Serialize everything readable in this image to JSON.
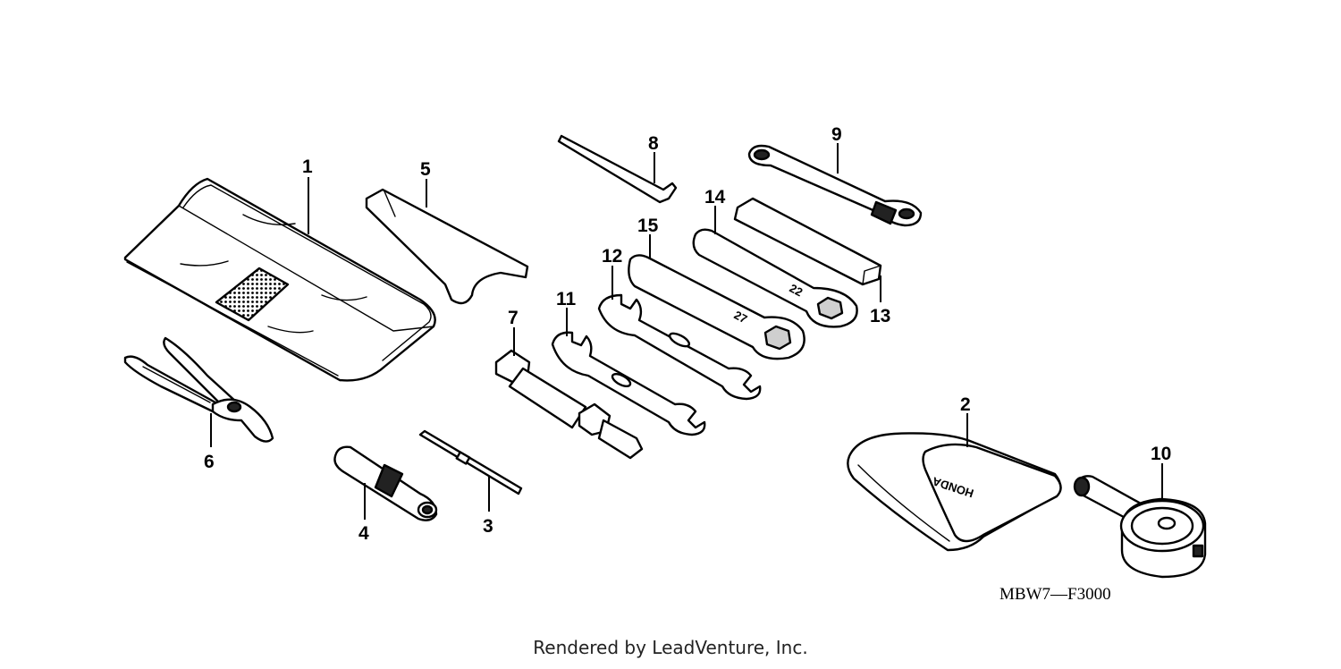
{
  "callouts": [
    "1",
    "2",
    "3",
    "4",
    "5",
    "6",
    "7",
    "8",
    "9",
    "10",
    "11",
    "12",
    "13",
    "14",
    "15"
  ],
  "diagram_code": "MBW7—F3000",
  "footer_text": "Rendered by LeadVenture, Inc.",
  "brand_stamp": "HONDA"
}
